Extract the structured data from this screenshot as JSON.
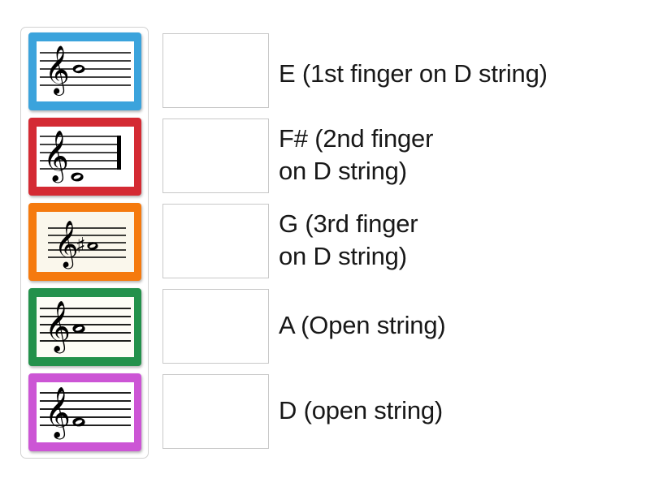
{
  "activity": {
    "type": "match-up",
    "title": "",
    "card_count": 5
  },
  "card_tray": {
    "name": "draggable-card-tray",
    "cards": [
      {
        "id": "card-e",
        "frame_color": "#3BA3DC",
        "paper_color": "#ffffff",
        "notation": "treble clef, whole note on third line area",
        "note_label": "E",
        "accidental": "",
        "has_final_barline": false,
        "note_y_step": 4
      },
      {
        "id": "card-d",
        "frame_color": "#D42A33",
        "paper_color": "#ffffff",
        "notation": "treble clef, whole note below staff with final barline",
        "note_label": "D",
        "accidental": "",
        "has_final_barline": true,
        "note_y_step": 0
      },
      {
        "id": "card-fsharp",
        "frame_color": "#F57A0E",
        "paper_color": "#FAF7EC",
        "notation": "treble clef, sharp sign and whole note",
        "note_label": "F#",
        "accidental": "#",
        "has_final_barline": false,
        "note_y_step": 3
      },
      {
        "id": "card-g",
        "frame_color": "#23914B",
        "paper_color": "#FDFCF6",
        "notation": "treble clef, whole note on second line",
        "note_label": "G",
        "accidental": "",
        "has_final_barline": false,
        "note_y_step": 4
      },
      {
        "id": "card-a",
        "frame_color": "#CC55D5",
        "paper_color": "#FFFFFF",
        "notation": "treble clef, whole note on second line",
        "note_label": "A",
        "accidental": "",
        "has_final_barline": false,
        "note_y_step": 3
      }
    ]
  },
  "dropzones": [
    {
      "id": "dropzone-1",
      "value": "",
      "placeholder": ""
    },
    {
      "id": "dropzone-2",
      "value": "",
      "placeholder": ""
    },
    {
      "id": "dropzone-3",
      "value": "",
      "placeholder": ""
    },
    {
      "id": "dropzone-4",
      "value": "",
      "placeholder": ""
    },
    {
      "id": "dropzone-5",
      "value": "",
      "placeholder": ""
    }
  ],
  "answers": [
    {
      "id": "answer-1",
      "text": "E (1st finger on D string)"
    },
    {
      "id": "answer-2",
      "text": "F# (2nd finger\non D string)"
    },
    {
      "id": "answer-3",
      "text": "G (3rd finger\non D string)"
    },
    {
      "id": "answer-4",
      "text": "A (Open string)"
    },
    {
      "id": "answer-5",
      "text": "D (open string)"
    }
  ],
  "colors": {
    "page_background": "#ffffff",
    "tray_border": "#d2d2d2",
    "dropzone_border": "#c8c8c8",
    "text": "#181818",
    "staff_line": "#000000"
  }
}
